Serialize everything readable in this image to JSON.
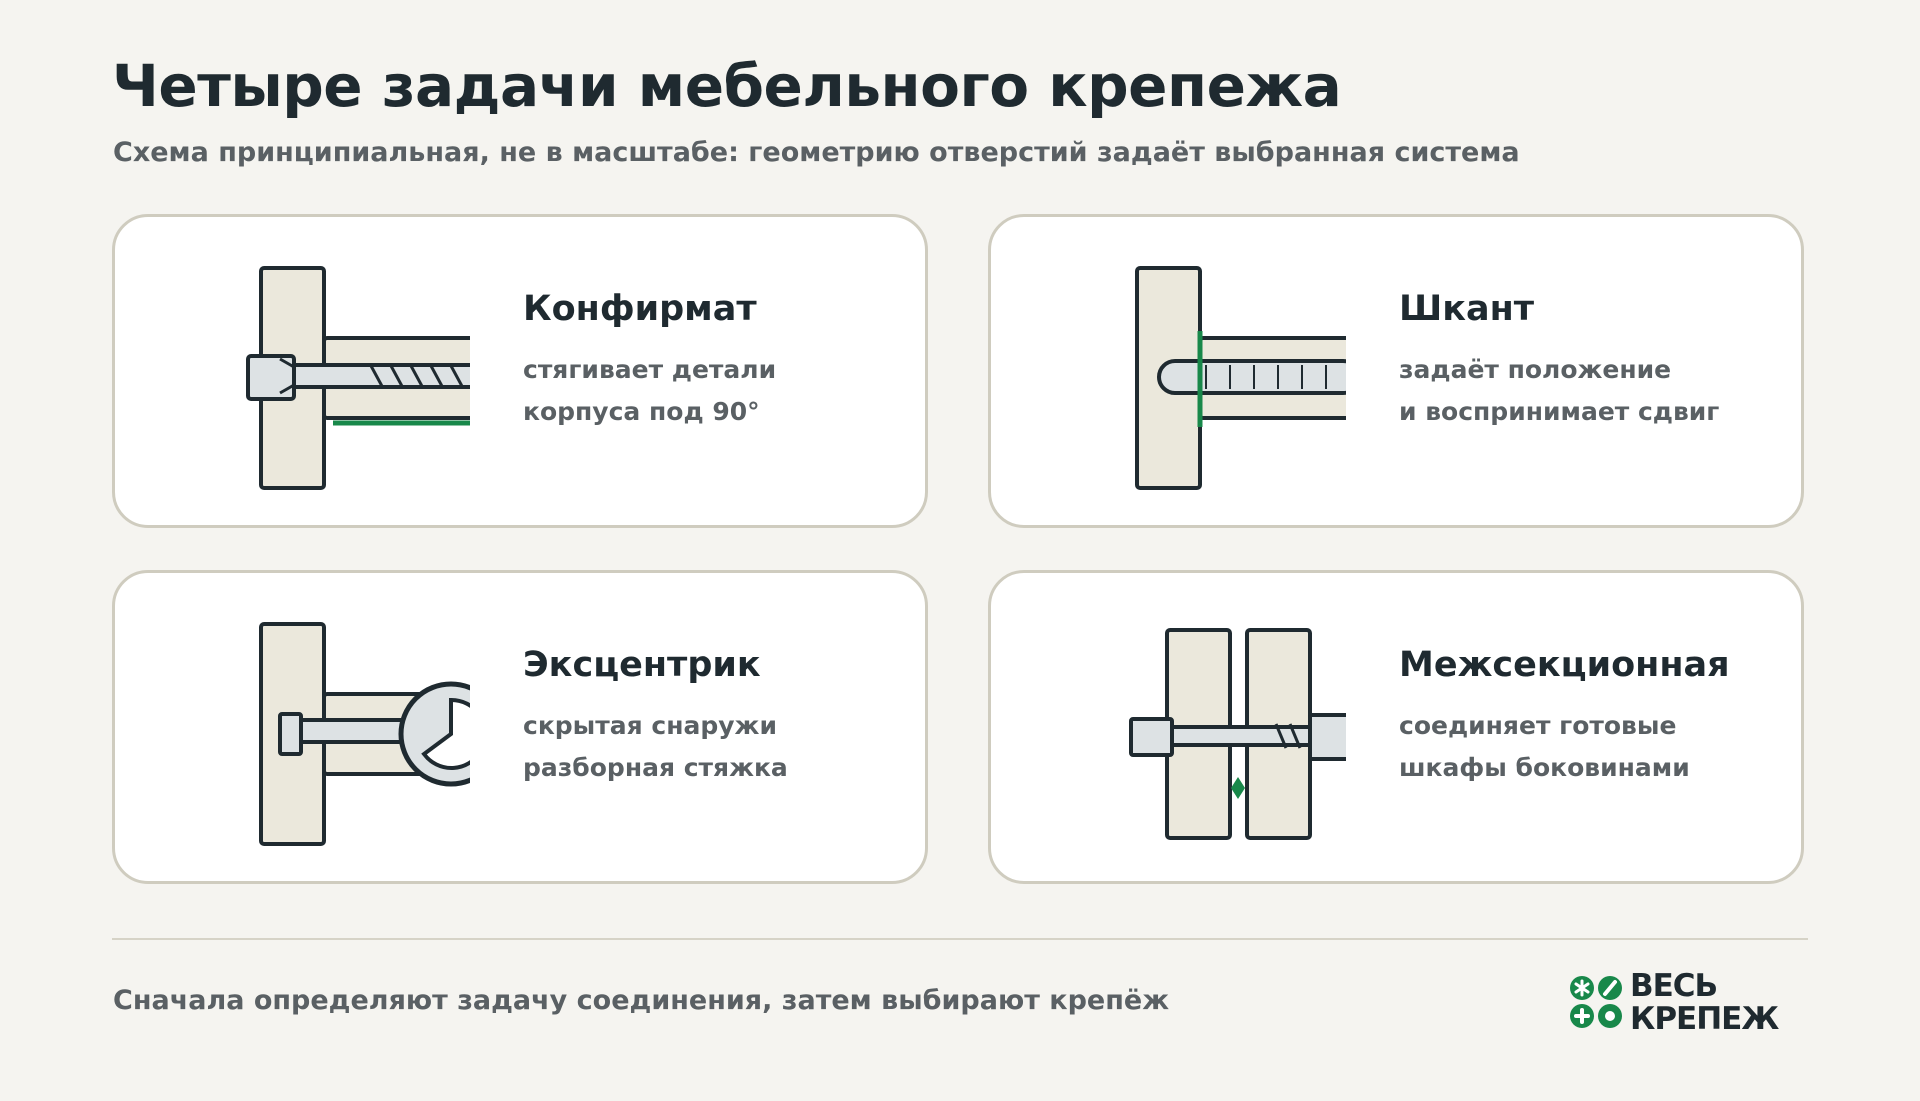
{
  "header": {
    "title": "Четыре задачи мебельного крепежа",
    "subtitle": "Схема принципиальная, не в масштабе: геометрию отверстий задаёт выбранная система"
  },
  "cards": [
    {
      "title": "Конфирмат",
      "lines": [
        "стягивает детали",
        "корпуса под 90°"
      ],
      "icon": "confirmat-screw-illustration"
    },
    {
      "title": "Шкант",
      "lines": [
        "задаёт положение",
        "и воспринимает сдвиг"
      ],
      "icon": "dowel-illustration"
    },
    {
      "title": "Эксцентрик",
      "lines": [
        "скрытая снаружи",
        "разборная стяжка"
      ],
      "icon": "cam-lock-illustration"
    },
    {
      "title": "Межсекционная",
      "lines": [
        "соединяет готовые",
        "шкафы боковинами"
      ],
      "icon": "sectional-connector-illustration"
    }
  ],
  "footer": {
    "note": "Сначала определяют задачу соединения, затем выбирают крепёж",
    "logo_line1": "ВЕСЬ",
    "logo_line2": "КРЕПЕЖ"
  },
  "colors": {
    "background": "#f5f4f0",
    "card": "#ffffff",
    "card_border": "#cfccbf",
    "ink": "#1f2a30",
    "muted_text": "#5a6064",
    "wood": "#ebe8dc",
    "metal": "#dde2e4",
    "accent_green": "#18884a"
  }
}
